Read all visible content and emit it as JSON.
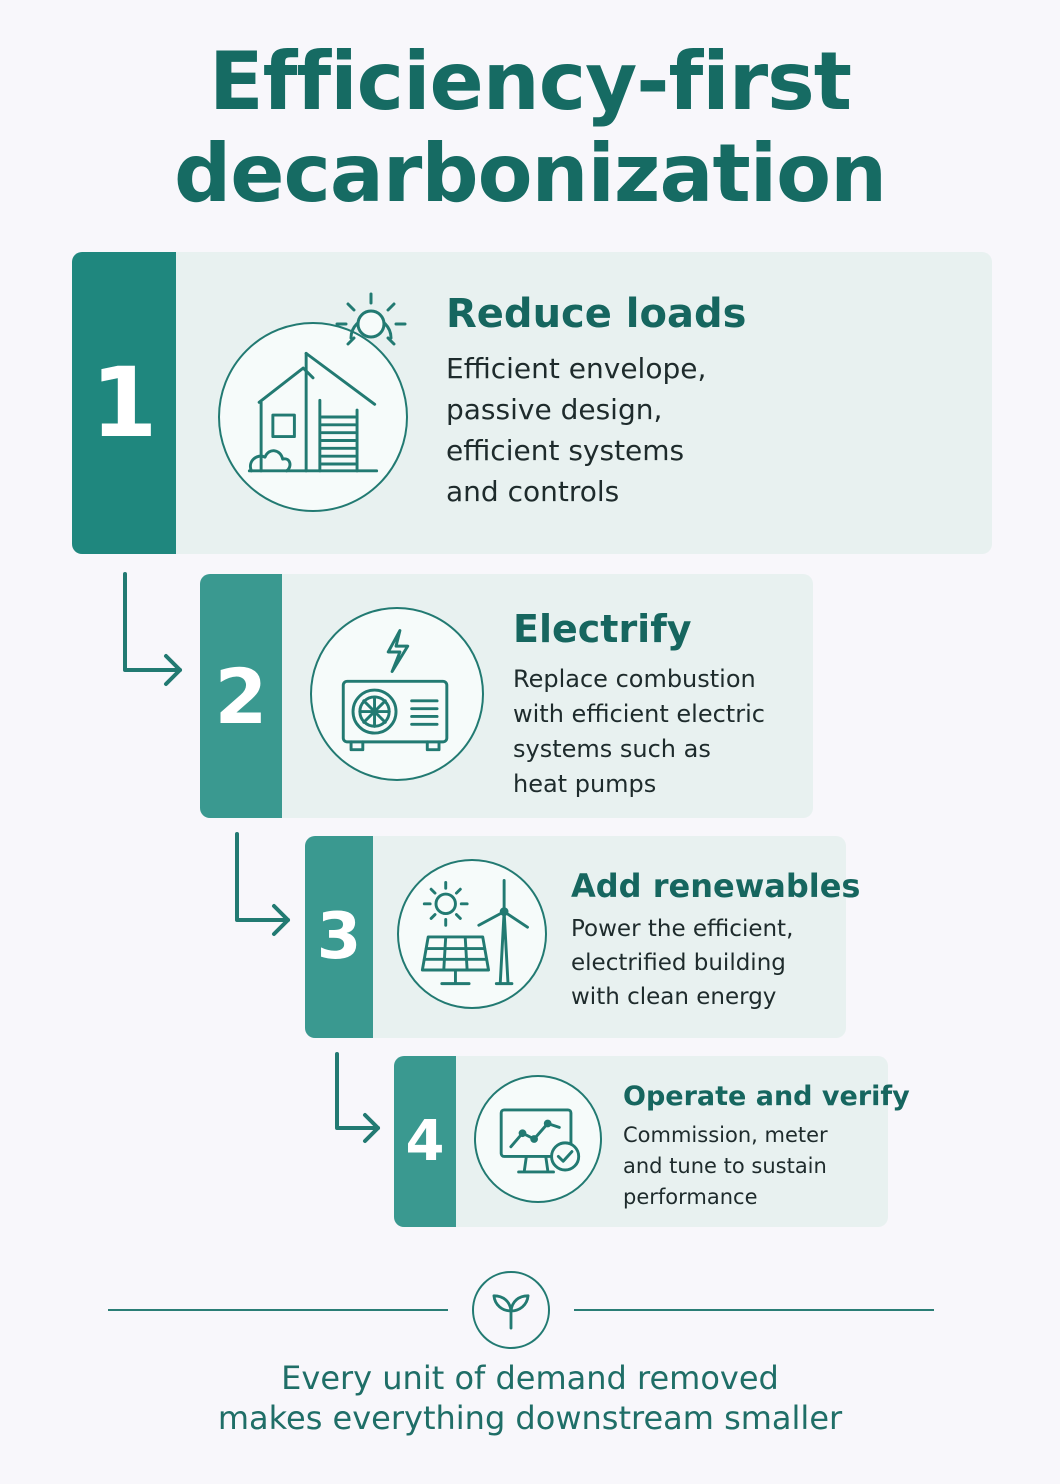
{
  "title": {
    "line1": "Efficiency-first",
    "line2": "decarbonization"
  },
  "steps": [
    {
      "number": "1",
      "heading": "Reduce loads",
      "description": [
        "Efficient envelope,",
        "passive design,",
        "efficient systems",
        "and controls"
      ],
      "icon": "house-sun-icon"
    },
    {
      "number": "2",
      "heading": "Electrify",
      "description": [
        "Replace combustion",
        "with efficient electric",
        "systems such as",
        "heat pumps"
      ],
      "icon": "heat-pump-icon"
    },
    {
      "number": "3",
      "heading": "Add renewables",
      "description": [
        "Power the efficient,",
        "electrified building",
        "with clean energy"
      ],
      "icon": "solar-wind-icon"
    },
    {
      "number": "4",
      "heading": "Operate and verify",
      "description": [
        "Commission, meter",
        "and tune to sustain",
        "performance"
      ],
      "icon": "monitor-check-icon"
    }
  ],
  "footer": {
    "icon": "sprout-icon",
    "tagline": [
      "Every unit of demand removed",
      "makes everything downstream smaller"
    ]
  },
  "colors": {
    "accent": "#1f877e",
    "heading": "#16665f",
    "card": "#e8f1f0",
    "background": "#f8f7fb"
  }
}
